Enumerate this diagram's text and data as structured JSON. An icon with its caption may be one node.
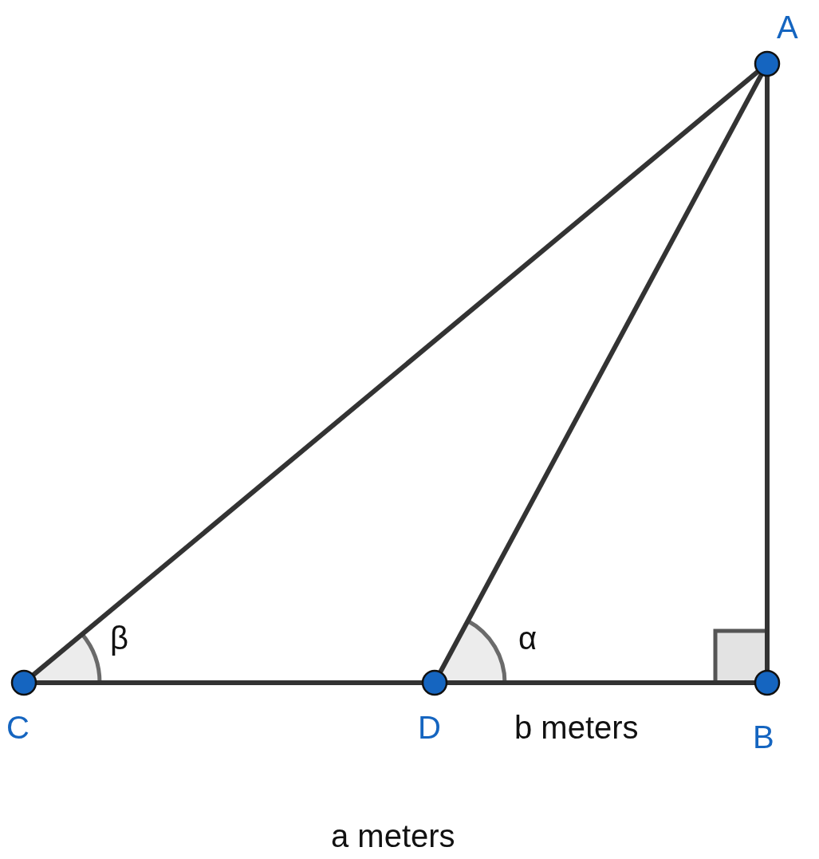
{
  "diagram": {
    "nodes": [
      {
        "text": [
          "A"
        ]
      },
      {
        "text": [
          "C"
        ]
      },
      {
        "text": [
          "D"
        ]
      },
      {
        "text": [
          "B"
        ]
      }
    ],
    "edges": [
      {
        "from": 1,
        "to": 0,
        "arrow": "none"
      },
      {
        "from": 2,
        "to": 0,
        "arrow": "none"
      },
      {
        "from": 0,
        "to": 3,
        "arrow": "none"
      },
      {
        "from": 1,
        "to": 2,
        "arrow": "none"
      },
      {
        "from": 2,
        "to": 3,
        "arrow": "none"
      }
    ],
    "labels": [
      "β",
      "α",
      "b meters",
      "a meters"
    ]
  }
}
